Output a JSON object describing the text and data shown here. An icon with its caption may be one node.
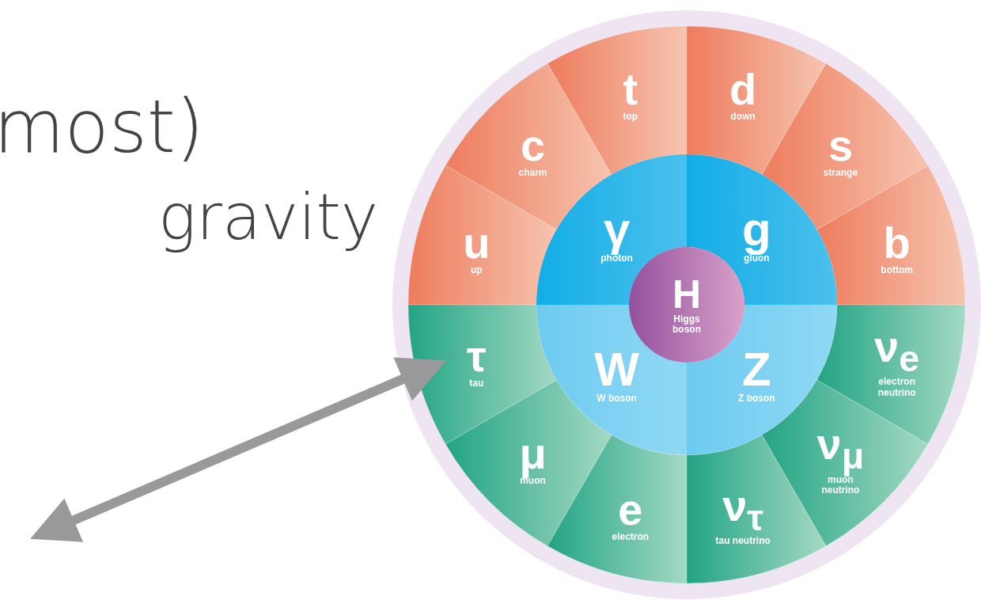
{
  "diagram": {
    "nodes": [
      {
        "text": [
          "u",
          "up"
        ]
      },
      {
        "text": [
          "c",
          "charm"
        ]
      },
      {
        "text": [
          "t",
          "top"
        ]
      },
      {
        "text": [
          "d",
          "down"
        ]
      },
      {
        "text": [
          "s",
          "strange"
        ]
      },
      {
        "text": [
          "b",
          "bottom"
        ]
      },
      {
        "text": [
          "γ",
          "photon"
        ]
      },
      {
        "text": [
          "g",
          "gluon"
        ]
      },
      {
        "text": [
          "H",
          "Higgs boson"
        ]
      },
      {
        "text": [
          "τ",
          "tau"
        ]
      },
      {
        "text": [
          "W",
          "W boson"
        ]
      },
      {
        "text": [
          "Z",
          "Z boson"
        ]
      },
      {
        "text": [
          "ν$_{e}$",
          "electron neutrino"
        ]
      },
      {
        "text": [
          "μ",
          "muon"
        ]
      },
      {
        "text": [
          "ν$_{μ}$",
          "muon neutrino"
        ]
      },
      {
        "text": [
          "e",
          "electron"
        ]
      },
      {
        "text": [
          "ν$_{τ}$",
          "tau neutrino"
        ]
      }
    ],
    "edges": [
      {
        "from": null,
        "to": 9,
        "arrow": "both"
      }
    ],
    "labels": [
      "most)",
      "gravity"
    ]
  }
}
